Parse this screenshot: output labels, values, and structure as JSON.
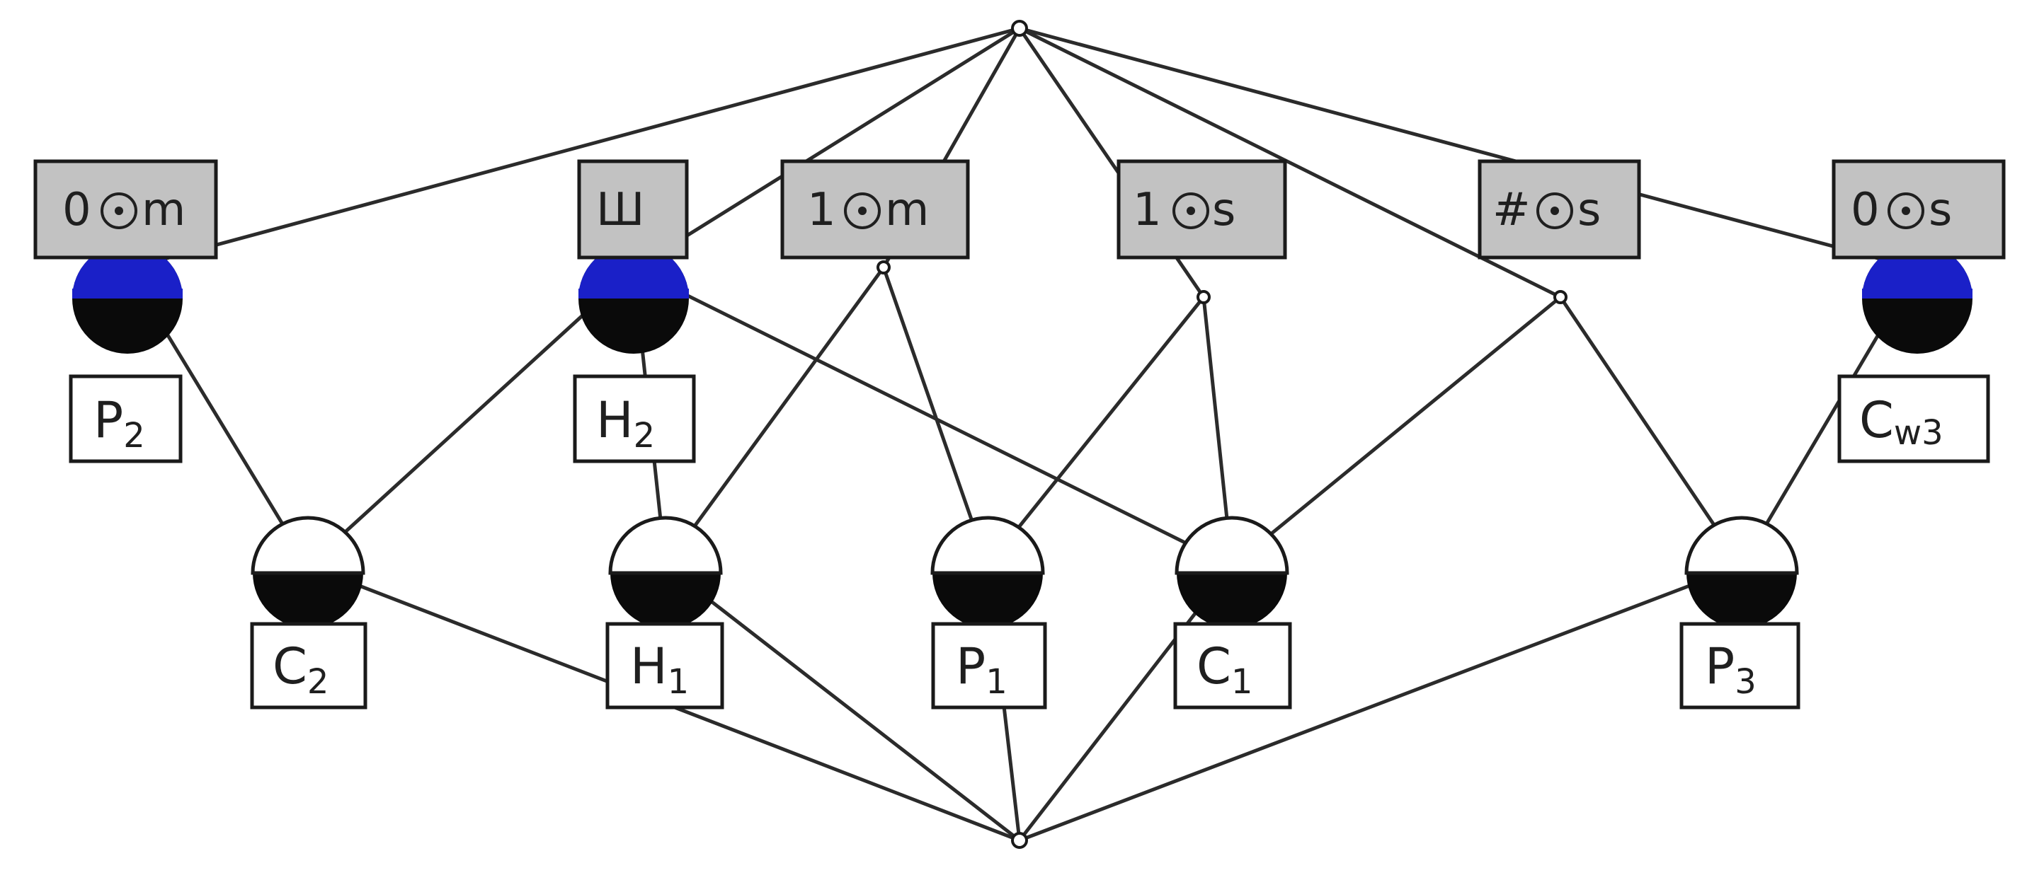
{
  "colors": {
    "attribute_fill": "#c2c2c2",
    "attribute_node_top": "#1a20c8",
    "node_bottom": "#0a0a0a",
    "object_node_top": "#ffffff",
    "edge": "#2b2b2b"
  },
  "attribute_labels": [
    {
      "id": "a-0m",
      "pre": "0",
      "post": "m",
      "symbol": "circled-dot-icon"
    },
    {
      "id": "a-iu",
      "pre": "Ш",
      "post": "",
      "symbol": ""
    },
    {
      "id": "a-1m",
      "pre": "1",
      "post": "m",
      "symbol": "circled-dot-icon"
    },
    {
      "id": "a-1s",
      "pre": "1",
      "post": "s",
      "symbol": "circled-dot-icon"
    },
    {
      "id": "a-hs",
      "pre": "#",
      "post": "s",
      "symbol": "circled-dot-icon"
    },
    {
      "id": "a-0s",
      "pre": "0",
      "post": "s",
      "symbol": "circled-dot-icon"
    }
  ],
  "object_labels": [
    {
      "id": "P2",
      "base": "P",
      "sub": "2"
    },
    {
      "id": "H2",
      "base": "H",
      "sub": "2"
    },
    {
      "id": "Cw3",
      "base": "C",
      "sub": "w3"
    },
    {
      "id": "C2",
      "base": "C",
      "sub": "2"
    },
    {
      "id": "H1",
      "base": "H",
      "sub": "1"
    },
    {
      "id": "P1",
      "base": "P",
      "sub": "1"
    },
    {
      "id": "C1",
      "base": "C",
      "sub": "1"
    },
    {
      "id": "P3",
      "base": "P",
      "sub": "3"
    }
  ],
  "edges": [
    [
      "top",
      "n-0m"
    ],
    [
      "top",
      "n-iu"
    ],
    [
      "top",
      "n-1m"
    ],
    [
      "top",
      "n-1s"
    ],
    [
      "top",
      "n-hs"
    ],
    [
      "top",
      "n-0s"
    ],
    [
      "n-0m",
      "n-c2"
    ],
    [
      "n-iu",
      "n-c2"
    ],
    [
      "n-iu",
      "n-h1"
    ],
    [
      "n-iu",
      "n-c1"
    ],
    [
      "n-1m",
      "n-h1"
    ],
    [
      "n-1m",
      "n-p1"
    ],
    [
      "n-1s",
      "n-p1"
    ],
    [
      "n-1s",
      "n-c1"
    ],
    [
      "n-hs",
      "n-c1"
    ],
    [
      "n-hs",
      "n-p3"
    ],
    [
      "n-0s",
      "n-p3"
    ],
    [
      "n-c2",
      "bottom"
    ],
    [
      "n-h1",
      "bottom"
    ],
    [
      "n-p1",
      "bottom"
    ],
    [
      "n-c1",
      "bottom"
    ],
    [
      "n-p3",
      "bottom"
    ]
  ]
}
